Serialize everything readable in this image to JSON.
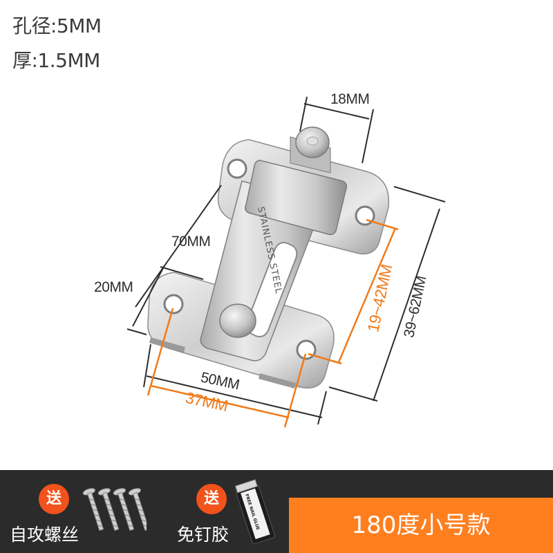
{
  "specs": {
    "hole": "孔径:5MM",
    "thickness": "厚:1.5MM"
  },
  "dimensions": {
    "top_width": "18MM",
    "length": "70MM",
    "side": "20MM",
    "base_width": "50MM",
    "hole_spacing_bottom": "37MM",
    "hole_spacing_right": "19~42MM",
    "overall_height": "39~62MM"
  },
  "engraving": "STAINLESS STEEL",
  "gifts": [
    {
      "badge": "送",
      "label": "自攻螺丝",
      "icon": "screws-icon"
    },
    {
      "badge": "送",
      "label": "免钉胶",
      "icon": "glue-tube-icon"
    }
  ],
  "glue_tube_text": "FREE NAIL GLUE",
  "variant": "180度小号款",
  "colors": {
    "accent_orange": "#ff7f1f",
    "badge_red": "#f2521c",
    "dark_bar": "#2b2b2b",
    "dimension_orange": "#f07a1a"
  }
}
